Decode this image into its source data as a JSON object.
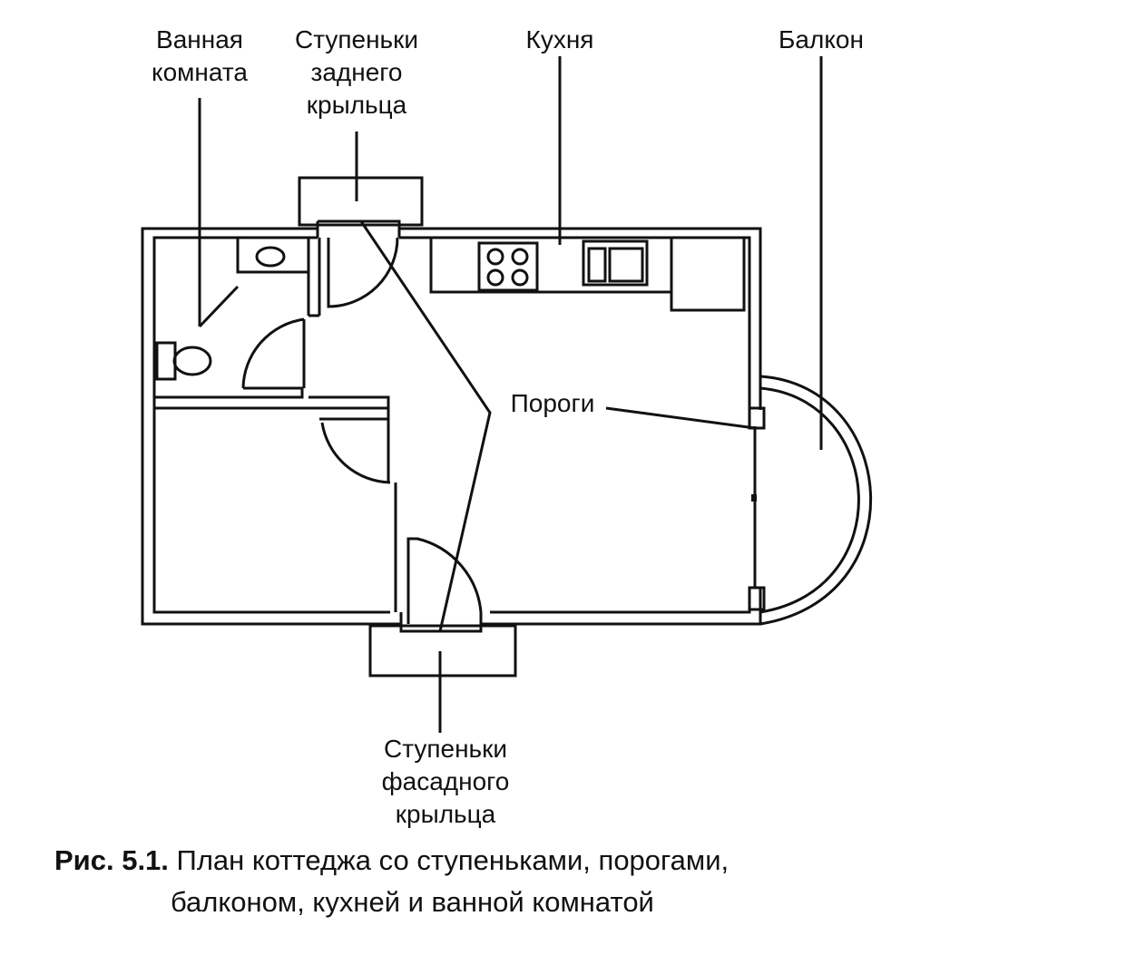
{
  "labels": {
    "bathroom": "Ванная\nкомната",
    "back_steps": "Ступеньки\nзаднего\nкрыльца",
    "kitchen": "Кухня",
    "balcony": "Балкон",
    "thresholds": "Пороги",
    "front_steps": "Ступеньки\nфасадного\nкрыльца"
  },
  "caption": {
    "number": "Рис. 5.1.",
    "line1": "План коттеджа со ступеньками, порогами,",
    "line2": "балконом, кухней и ванной комнатой"
  }
}
